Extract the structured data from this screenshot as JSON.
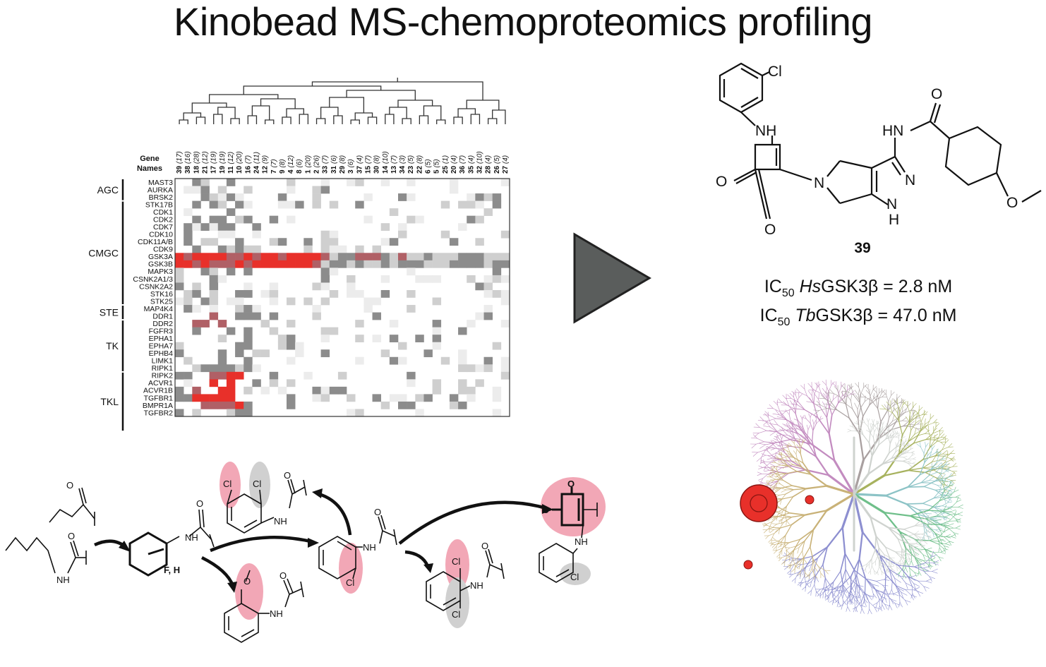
{
  "title": "Kinobead MS-chemoproteomics profiling",
  "heatmap": {
    "header_line1": "Gene",
    "header_line2": "Names",
    "families": [
      {
        "name": "AGC",
        "rows": [
          0,
          2
        ]
      },
      {
        "name": "CMGC",
        "rows": [
          3,
          16
        ]
      },
      {
        "name": "STE",
        "rows": [
          17,
          18
        ]
      },
      {
        "name": "TK",
        "rows": [
          19,
          25
        ]
      },
      {
        "name": "TKL",
        "rows": [
          26,
          33
        ]
      }
    ],
    "genes": [
      "MAST3",
      "AURKA",
      "BRSK2",
      "STK17B",
      "CDK1",
      "CDK2",
      "CDK7",
      "CDK10",
      "CDK11A/B",
      "CDK9",
      "GSK3A",
      "GSK3B",
      "MAPK3",
      "CSNK2A1/3",
      "CSNK2A2",
      "STK16",
      "STK25",
      "MAP4K4",
      "DDR1",
      "DDR2",
      "FGFR3",
      "EPHA1",
      "EPHA7",
      "EPHB4",
      "LIMK1",
      "RIPK1",
      "RIPK2",
      "ACVR1",
      "ACVR1B",
      "TGFBR1",
      "BMPR1A",
      "TGFBR2"
    ],
    "columns": [
      {
        "id": "39",
        "note": "(17)"
      },
      {
        "id": "38",
        "note": "(16)"
      },
      {
        "id": "18",
        "note": "(28)"
      },
      {
        "id": "21",
        "note": "(12)"
      },
      {
        "id": "17",
        "note": "(19)"
      },
      {
        "id": "19",
        "note": "(19)"
      },
      {
        "id": "11",
        "note": "(12)"
      },
      {
        "id": "10",
        "note": "(20)"
      },
      {
        "id": "16",
        "note": "(7)"
      },
      {
        "id": "24",
        "note": "(11)"
      },
      {
        "id": "12",
        "note": "(9)"
      },
      {
        "id": "7",
        "note": "(7)"
      },
      {
        "id": "9",
        "note": "(8)"
      },
      {
        "id": "4",
        "note": "(12)"
      },
      {
        "id": "8",
        "note": "(6)"
      },
      {
        "id": "1",
        "note": "(20)"
      },
      {
        "id": "2",
        "note": "(26)"
      },
      {
        "id": "33",
        "note": "(7)"
      },
      {
        "id": "31",
        "note": "(6)"
      },
      {
        "id": "29",
        "note": "(8)"
      },
      {
        "id": "3",
        "note": "(6)"
      },
      {
        "id": "37",
        "note": "(4)"
      },
      {
        "id": "15",
        "note": "(7)"
      },
      {
        "id": "30",
        "note": "(8)"
      },
      {
        "id": "14",
        "note": "(10)"
      },
      {
        "id": "13",
        "note": "(7)"
      },
      {
        "id": "34",
        "note": "(3)"
      },
      {
        "id": "23",
        "note": "(5)"
      },
      {
        "id": "22",
        "note": "(8)"
      },
      {
        "id": "6",
        "note": "(5)"
      },
      {
        "id": "5",
        "note": "(5)"
      },
      {
        "id": "25",
        "note": "(1)"
      },
      {
        "id": "20",
        "note": "(4)"
      },
      {
        "id": "36",
        "note": "(7)"
      },
      {
        "id": "35",
        "note": "(4)"
      },
      {
        "id": "32",
        "note": "(10)"
      },
      {
        "id": "28",
        "note": "(4)"
      },
      {
        "id": "26",
        "note": "(5)"
      },
      {
        "id": "27",
        "note": "(4)"
      }
    ],
    "colors": {
      "strong": "#e8302a",
      "mid": "#b06066",
      "grey": "#8c8c8c",
      "light": "#cfcfcf",
      "faint": "#ececec"
    }
  },
  "compound": {
    "label": "39",
    "atoms": {
      "cl": "Cl",
      "nh": "NH",
      "o": "O",
      "n": "N",
      "hn": "HN",
      "h": "H"
    },
    "ic50_prefix": "IC",
    "ic50_sub": "50",
    "hs_species": "Hs",
    "hs_rest": "GSK3β = 2.8 nM",
    "tb_species": "Tb",
    "tb_rest": "GSK3β = 47.0 nM"
  },
  "sar": {
    "atoms": {
      "nh": "NH",
      "cl": "Cl",
      "o": "O",
      "fh": "F, H"
    }
  },
  "kinome_tree": {
    "branch_colors": {
      "agc_pink": "#c38cc0",
      "grey": "#a9a0a0",
      "olive": "#a7b25e",
      "teal": "#8cc3c6",
      "green": "#6fbf8a",
      "blue": "#8d8fd0",
      "tan": "#c9b278",
      "light": "#cfd3cf"
    },
    "hit_color": "#e8302a"
  }
}
